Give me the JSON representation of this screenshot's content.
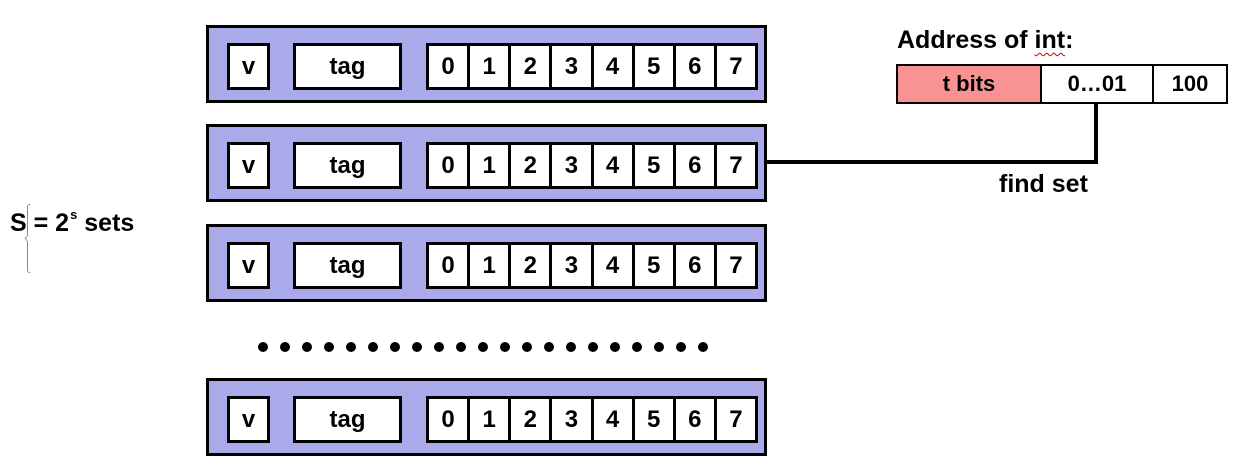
{
  "sets_label": {
    "prefix": "S = 2",
    "superscript": "s",
    "suffix": " sets"
  },
  "cache_lines": [
    {
      "valid": "v",
      "tag": "tag",
      "bytes": [
        "0",
        "1",
        "2",
        "3",
        "4",
        "5",
        "6",
        "7"
      ]
    },
    {
      "valid": "v",
      "tag": "tag",
      "bytes": [
        "0",
        "1",
        "2",
        "3",
        "4",
        "5",
        "6",
        "7"
      ]
    },
    {
      "valid": "v",
      "tag": "tag",
      "bytes": [
        "0",
        "1",
        "2",
        "3",
        "4",
        "5",
        "6",
        "7"
      ]
    },
    {
      "valid": "v",
      "tag": "tag",
      "bytes": [
        "0",
        "1",
        "2",
        "3",
        "4",
        "5",
        "6",
        "7"
      ]
    }
  ],
  "address": {
    "title_prefix": "Address of ",
    "title_underlined": "int",
    "title_suffix": ":",
    "fields": {
      "tag": "t bits",
      "set_index": "0…01",
      "offset": "100"
    }
  },
  "find_set_label": "find set",
  "colors": {
    "line_fill": "#aaaaeb",
    "tag_bits_fill": "#f99393"
  }
}
